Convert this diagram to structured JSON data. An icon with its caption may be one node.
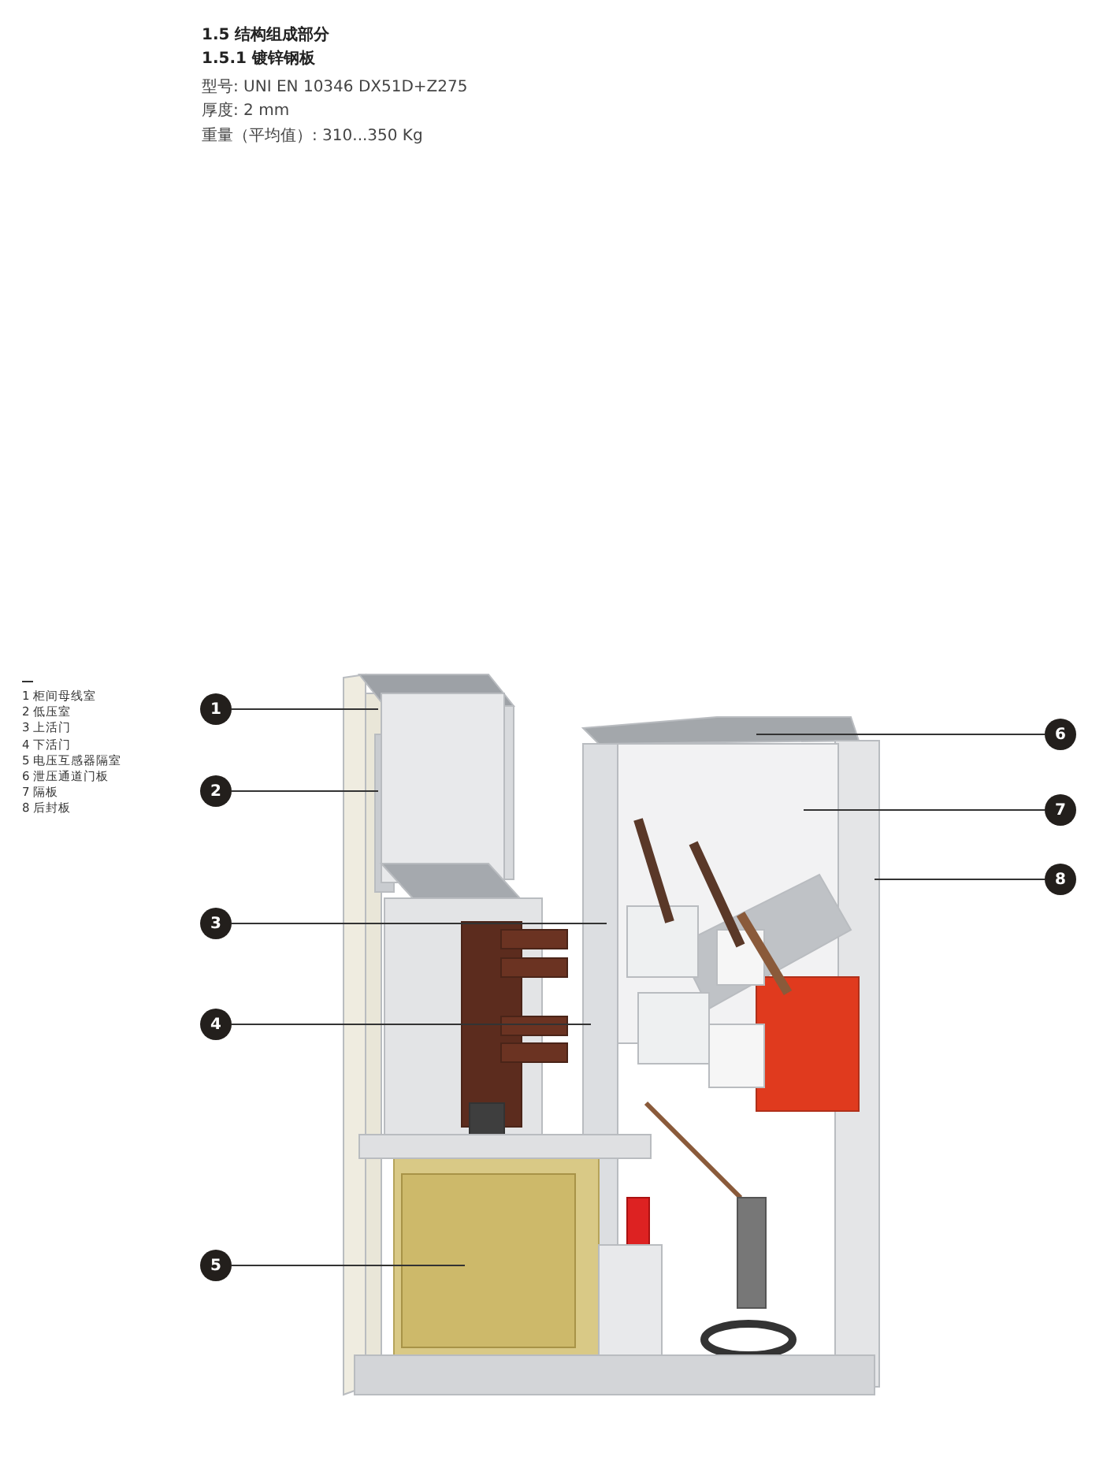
{
  "diagram": {
    "title": "1.5 结构组成部分",
    "nodes": [
      {
        "text": [
          "1"
        ]
      },
      {
        "text": [
          "2"
        ]
      },
      {
        "text": [
          "3"
        ]
      },
      {
        "text": [
          "4"
        ]
      },
      {
        "text": [
          "5"
        ]
      },
      {
        "text": [
          "6"
        ]
      },
      {
        "text": [
          "7"
        ]
      },
      {
        "text": [
          "8"
        ]
      }
    ],
    "edges": [
      {
        "from": 0,
        "to": null,
        "arrow": "none"
      },
      {
        "from": 1,
        "to": null,
        "arrow": "none"
      },
      {
        "from": 2,
        "to": null,
        "arrow": "none"
      },
      {
        "from": 3,
        "to": null,
        "arrow": "none"
      },
      {
        "from": 4,
        "to": null,
        "arrow": "none"
      },
      {
        "from": 5,
        "to": null,
        "arrow": "none"
      },
      {
        "from": 6,
        "to": null,
        "arrow": "none"
      },
      {
        "from": 7,
        "to": null,
        "arrow": "none"
      }
    ],
    "labels": [
      "1.5.1 镀锌钢板",
      "型号: UNI EN 10346 DX51D+Z275",
      "厚度: 2 mm",
      "重量（平均值）: 310...350 Kg",
      "1 柜间母线室",
      "2 低压室",
      "3 上活门",
      "4 下活门",
      "5 电压互感器隔室",
      "6 泄压通道门板",
      "7 隔板",
      "8 后封板"
    ]
  }
}
